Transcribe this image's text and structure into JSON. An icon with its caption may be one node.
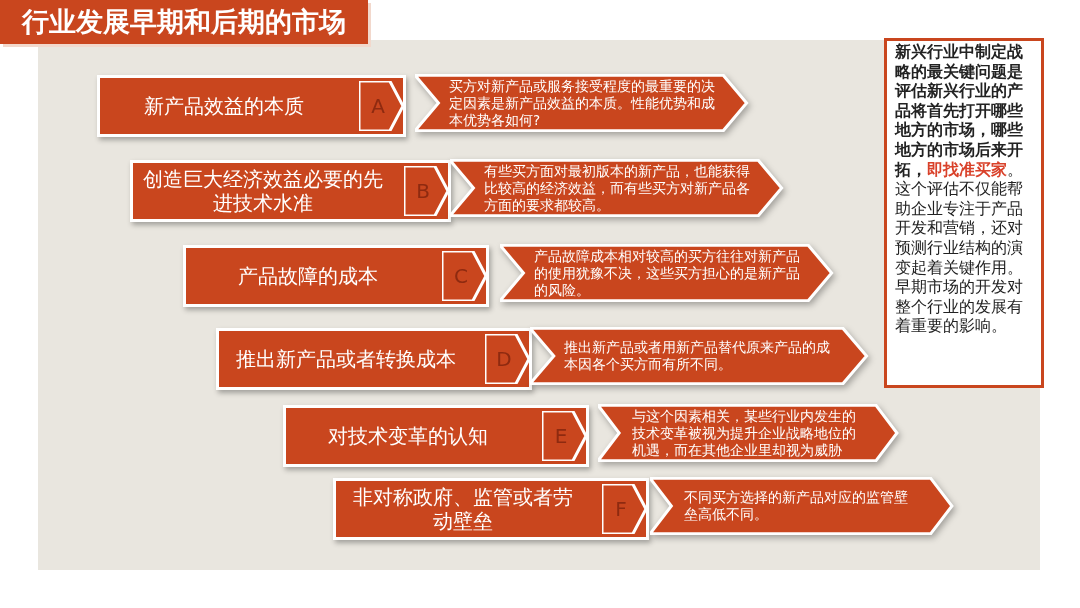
{
  "diagram": {
    "title": "行业发展早期和后期的市场",
    "nodes": [
      {
        "text": [
          "新产品效益的本质"
        ]
      },
      {
        "text": [
          "A"
        ],
        "in": 0
      },
      {
        "text": [
          "买方对新产品或服务接受程度的最重要的决定因素是新产品效益的本质。性能优势和成本优势各如何?"
        ]
      },
      {
        "text": [
          "创造巨大经济效益必要的先进技术水准"
        ]
      },
      {
        "text": [
          "B"
        ],
        "in": 3
      },
      {
        "text": [
          "有些买方面对最初版本的新产品，也能获得比较高的经济效益，而有些买方对新产品各方面的要求都较高。"
        ]
      },
      {
        "text": [
          "产品故障的成本"
        ]
      },
      {
        "text": [
          "C"
        ],
        "in": 6
      },
      {
        "text": [
          "产品故障成本相对较高的买方往往对新产品的使用犹豫不决，这些买方担心的是新产品的风险。"
        ]
      },
      {
        "text": [
          "推出新产品或者转换成本"
        ]
      },
      {
        "text": [
          "D"
        ],
        "in": 9
      },
      {
        "text": [
          "推出新产品或者用新产品替代原来产品的成本因各个买方而有所不同。"
        ]
      },
      {
        "text": [
          "对技术变革的认知"
        ]
      },
      {
        "text": [
          "E"
        ],
        "in": 12
      },
      {
        "text": [
          "与这个因素相关，某些行业内发生的技术变革被视为提升企业战略地位的机遇，而在其他企业里却视为威胁"
        ]
      },
      {
        "text": [
          "非对称政府、监管或者劳动壁垒"
        ]
      },
      {
        "text": [
          "F"
        ],
        "in": 15
      },
      {
        "text": [
          "不同买方选择的新产品对应的监管壁垒高低不同。"
        ]
      },
      {
        "text": [
          "**新兴行业中制定战略的最关键问题是评估新兴行业的产品将首先打开哪些地方的市场，哪些地方的市场后来开拓，****即找准买家**。这个评估不仅能帮助企业专注于产品开发和营销，还对预测行业结构的演变起着关键作用。早期市场的开发对整个行业的发展有着重要的影响。"
        ]
      }
    ],
    "edges": []
  }
}
